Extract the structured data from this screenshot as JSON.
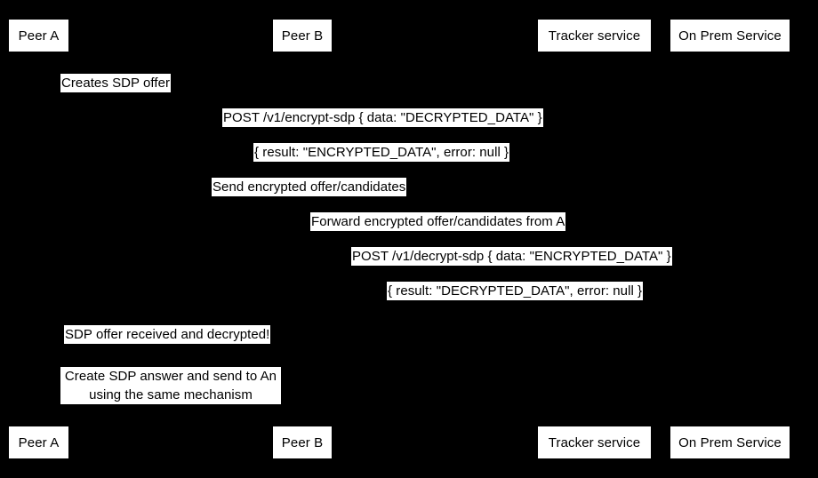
{
  "diagram": {
    "type": "sequence-diagram",
    "background_color": "#000000",
    "label_background_color": "#ffffff",
    "label_text_color": "#000000",
    "participants_top": [
      {
        "id": "peer-a",
        "label": "Peer A"
      },
      {
        "id": "peer-b",
        "label": "Peer B"
      },
      {
        "id": "tracker-service",
        "label": "Tracker service"
      },
      {
        "id": "on-prem-service",
        "label": "On Prem Service"
      }
    ],
    "participants_bottom": [
      {
        "id": "peer-a",
        "label": "Peer A"
      },
      {
        "id": "peer-b",
        "label": "Peer B"
      },
      {
        "id": "tracker-service",
        "label": "Tracker service"
      },
      {
        "id": "on-prem-service",
        "label": "On Prem Service"
      }
    ],
    "messages": [
      {
        "id": "creates-sdp-offer",
        "label": "Creates SDP offer"
      },
      {
        "id": "post-encrypt-sdp",
        "label": "POST /v1/encrypt-sdp { data: \"DECRYPTED_DATA\" }"
      },
      {
        "id": "encrypt-sdp-result",
        "label": "{ result: \"ENCRYPTED_DATA\", error: null }"
      },
      {
        "id": "send-encrypted-offer",
        "label": "Send encrypted offer/candidates"
      },
      {
        "id": "forward-encrypted-offer",
        "label": "Forward encrypted offer/candidates from A"
      },
      {
        "id": "post-decrypt-sdp",
        "label": "POST /v1/decrypt-sdp { data: \"ENCRYPTED_DATA\" }"
      },
      {
        "id": "decrypt-sdp-result",
        "label": "{ result: \"DECRYPTED_DATA\", error: null }"
      },
      {
        "id": "sdp-offer-received",
        "label": "SDP offer received and decrypted!"
      },
      {
        "id": "create-sdp-answer-line1",
        "label": "Create SDP answer and send to An"
      },
      {
        "id": "create-sdp-answer-line2",
        "label": "using the same mechanism"
      }
    ]
  }
}
